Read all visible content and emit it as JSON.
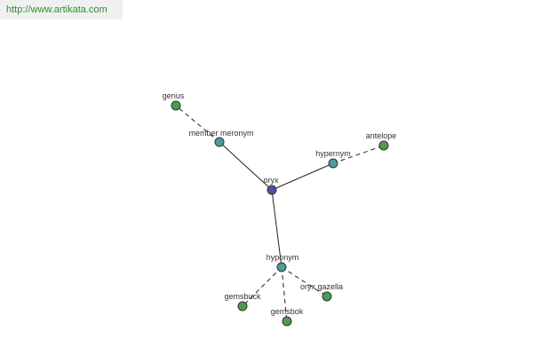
{
  "source_link": {
    "text": "http://www.artikata.com"
  },
  "diagram": {
    "colors": {
      "center_node": "#4a52a8",
      "relation_node": "#4f9a9a",
      "word_node": "#4f9a52",
      "edge": "#222222"
    },
    "nodes": [
      {
        "id": "oryx",
        "label": "oryx",
        "kind": "center"
      },
      {
        "id": "member-meronym",
        "label": "member meronym",
        "kind": "relation"
      },
      {
        "id": "hypernym",
        "label": "hypernym",
        "kind": "relation"
      },
      {
        "id": "hyponym",
        "label": "hyponym",
        "kind": "relation"
      },
      {
        "id": "genus",
        "label": "genus",
        "kind": "word"
      },
      {
        "id": "antelope",
        "label": "antelope",
        "kind": "word"
      },
      {
        "id": "gemsbuck",
        "label": "gemsbuck",
        "kind": "word"
      },
      {
        "id": "gemsbok",
        "label": "gemsbok",
        "kind": "word"
      },
      {
        "id": "oryx-gazella",
        "label": "oryx gazella",
        "kind": "word"
      }
    ],
    "edges": [
      {
        "from": "oryx",
        "to": "member-meronym",
        "style": "solid"
      },
      {
        "from": "oryx",
        "to": "hypernym",
        "style": "solid"
      },
      {
        "from": "oryx",
        "to": "hyponym",
        "style": "solid"
      },
      {
        "from": "member-meronym",
        "to": "genus",
        "style": "dashed"
      },
      {
        "from": "hypernym",
        "to": "antelope",
        "style": "dashed"
      },
      {
        "from": "hyponym",
        "to": "gemsbuck",
        "style": "dashed"
      },
      {
        "from": "hyponym",
        "to": "gemsbok",
        "style": "dashed"
      },
      {
        "from": "hyponym",
        "to": "oryx-gazella",
        "style": "dashed"
      }
    ]
  }
}
